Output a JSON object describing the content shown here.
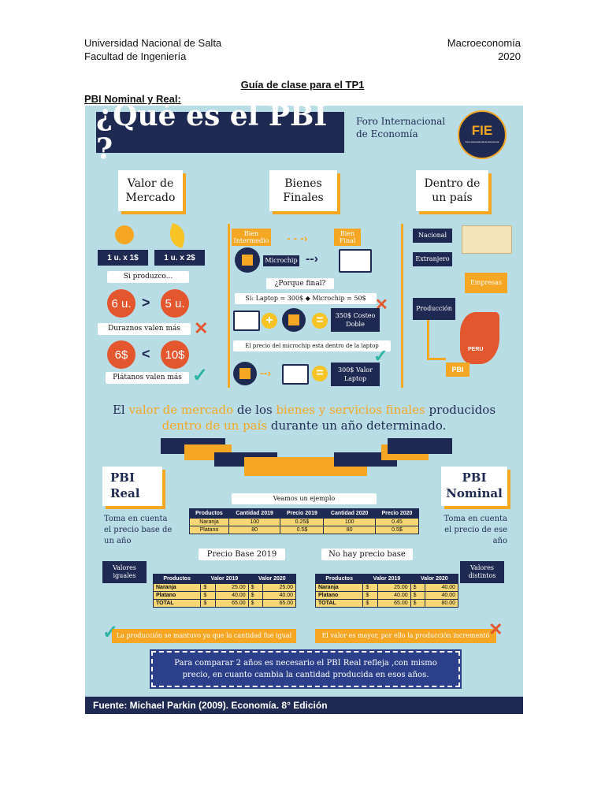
{
  "header": {
    "university": "Universidad Nacional de Salta",
    "faculty": "Facultad de Ingeniería",
    "subject": "Macroeconomía",
    "year": "2020",
    "guide_title": "Guía de clase para el TP1",
    "section_title": "PBI Nominal y Real:"
  },
  "infographic": {
    "main_title": "¿Qué es el PBI ?",
    "org_name": "Foro Internacional de Economía",
    "logo_text": "FIE",
    "logo_subtext": "Foro Internacional de Economía",
    "col1": {
      "title": "Valor de Mercado",
      "price1": "1 u. x 1$",
      "price2": "1 u. x 2$",
      "si_produzco": "Si produzco...",
      "qty_a": "6 u.",
      "qty_op": ">",
      "qty_b": "5 u.",
      "duraznos": "Duraznos valen más",
      "val_a": "6$",
      "val_op": "<",
      "val_b": "10$",
      "platanos": "Plátanos valen más"
    },
    "col2": {
      "title": "Bienes Finales",
      "bien_intermedio": "Bien Intermedio",
      "bien_final": "Bien Final",
      "microchip": "Microchip",
      "porque_final": "¿Porque final?",
      "si_line": "Si: Laptop = 300$ ◆ Microchip = 50$",
      "costeo": "350$ Costeo Doble",
      "precio_dentro": "El precio del microchip esta dentro de la laptop",
      "valor_laptop": "300$ Valor Laptop"
    },
    "col3": {
      "title": "Dentro de un país",
      "nacional": "Nacional",
      "extranjero": "Extranjero",
      "empresas": "Empresas",
      "produccion": "Producción",
      "peru": "PERU",
      "pbi": "PBI"
    },
    "definition": {
      "p1": "El ",
      "h1": "valor de mercado",
      "p2": " de los ",
      "h2": "bienes y servicios finales",
      "p3": " producidos",
      "h3": "dentro de un país",
      "p4": " durante un año determinado."
    },
    "real": {
      "title": "PBI Real",
      "desc": "Toma en cuenta el precio base de un año",
      "badge": "Valores iguales",
      "precio_base": "Precio Base 2019",
      "note": "La producción se mantuvo ya que la cantidad fue igual"
    },
    "nominal": {
      "title": "PBI Nominal",
      "desc": "Toma en cuenta el precio de ese año",
      "badge": "Valores distintos",
      "no_base": "No hay precio base",
      "note": "El valor es mayor, por ello la producción incrementó"
    },
    "ejemplo": "Veamos un ejemplo",
    "table_main": {
      "headers": [
        "Productos",
        "Cantidad 2019",
        "Precio 2019",
        "Cantidad 2020",
        "Precio 2020"
      ],
      "rows": [
        [
          "Naranja",
          "100",
          "0.25$",
          "100",
          "0.45"
        ],
        [
          "Platano",
          "80",
          "0.5$",
          "80",
          "0.5$"
        ]
      ]
    },
    "table_real": {
      "headers": [
        "Productos",
        "Valor 2019",
        "Valor 2020"
      ],
      "rows": [
        [
          "Naranja",
          "$",
          "25.00",
          "$",
          "25.00"
        ],
        [
          "Platano",
          "$",
          "40.00",
          "$",
          "40.00"
        ],
        [
          "TOTAL",
          "$",
          "65.00",
          "$",
          "65.00"
        ]
      ]
    },
    "table_nominal": {
      "headers": [
        "Productos",
        "Valor 2019",
        "Valor 2020"
      ],
      "rows": [
        [
          "Naranja",
          "$",
          "25.00",
          "$",
          "40.00"
        ],
        [
          "Platano",
          "$",
          "40.00",
          "$",
          "40.00"
        ],
        [
          "TOTAL",
          "$",
          "65.00",
          "$",
          "80.00"
        ]
      ]
    },
    "bottom_box": "Para comparar 2 años es necesario el PBI Real refleja ,con mismo precio, en cuanto cambia la cantidad producida en esos años.",
    "footer": "Fuente: Michael Parkin (2009). Economía. 8° Edición",
    "colors": {
      "background": "#b9dde5",
      "navy": "#1f2a52",
      "orange": "#f5a623",
      "red": "#e4572e",
      "teal": "#2bb3a3"
    }
  }
}
